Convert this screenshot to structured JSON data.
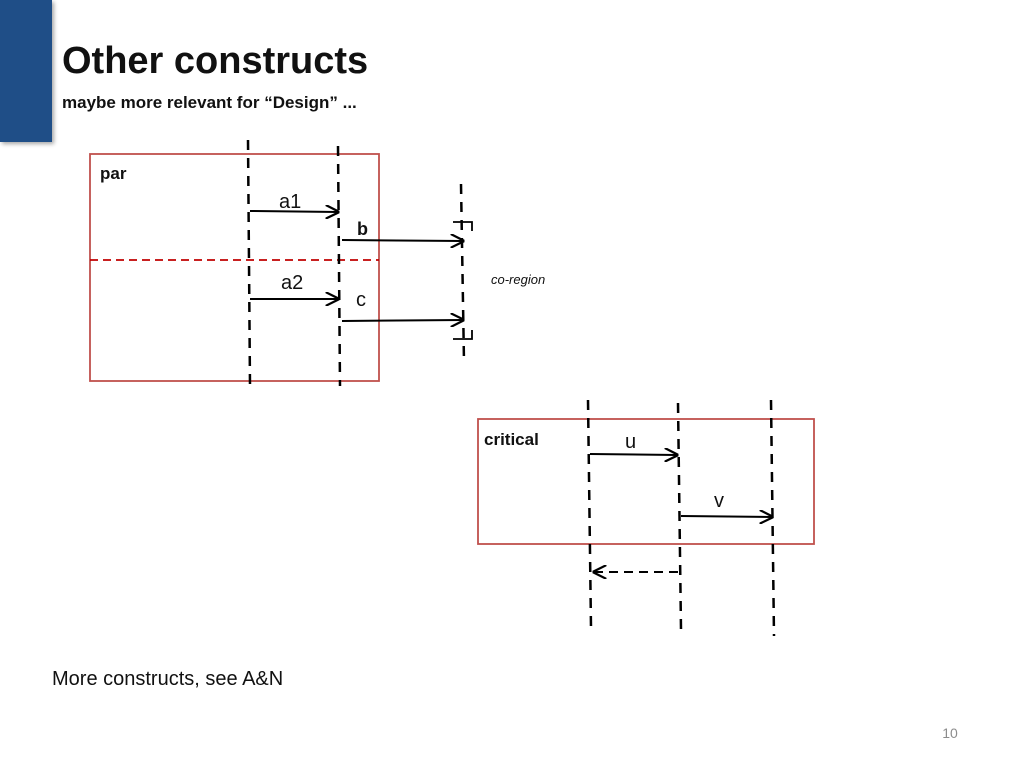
{
  "slide": {
    "title": "Other constructs",
    "subtitle": "maybe more relevant for “Design” ...",
    "footer": "More constructs, see A&N",
    "page_number": "10",
    "accent_color": "#1f4e87"
  },
  "par_frame": {
    "label": "par",
    "messages": {
      "a1": "a1",
      "b": "b",
      "a2": "a2",
      "c": "c"
    },
    "note": "co-region",
    "frame_color": "#c0504d"
  },
  "critical_frame": {
    "label": "critical",
    "messages": {
      "u": "u",
      "v": "v"
    },
    "frame_color": "#c0504d"
  }
}
